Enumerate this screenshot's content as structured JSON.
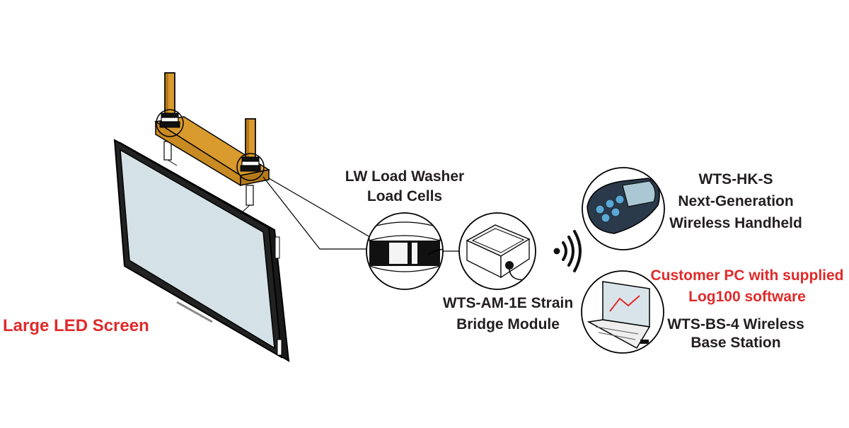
{
  "labels": {
    "screen": "Large LED Screen",
    "load_cells_line1": "LW Load Washer",
    "load_cells_line2": "Load Cells",
    "module_line1": "WTS-AM-1E Strain",
    "module_line2": "Bridge Module",
    "handheld_line1": "WTS-HK-S",
    "handheld_line2": "Next-Generation",
    "handheld_line3": "Wireless Handheld",
    "pc_line1": "Customer PC with supplied",
    "pc_line2": "Log100 software",
    "base_line1": "WTS-BS-4 Wireless",
    "base_line2": "Base Station"
  },
  "colors": {
    "text": "#231f20",
    "highlight_text": "#e02a2a",
    "beam": "#d99a2e",
    "screen_face": "#d4e2e8",
    "outline": "#111111",
    "handheld_body": "#2b3a4a",
    "handheld_buttons": "#5ba8d6"
  },
  "icons": {
    "wireless": "wireless-signal-icon"
  }
}
